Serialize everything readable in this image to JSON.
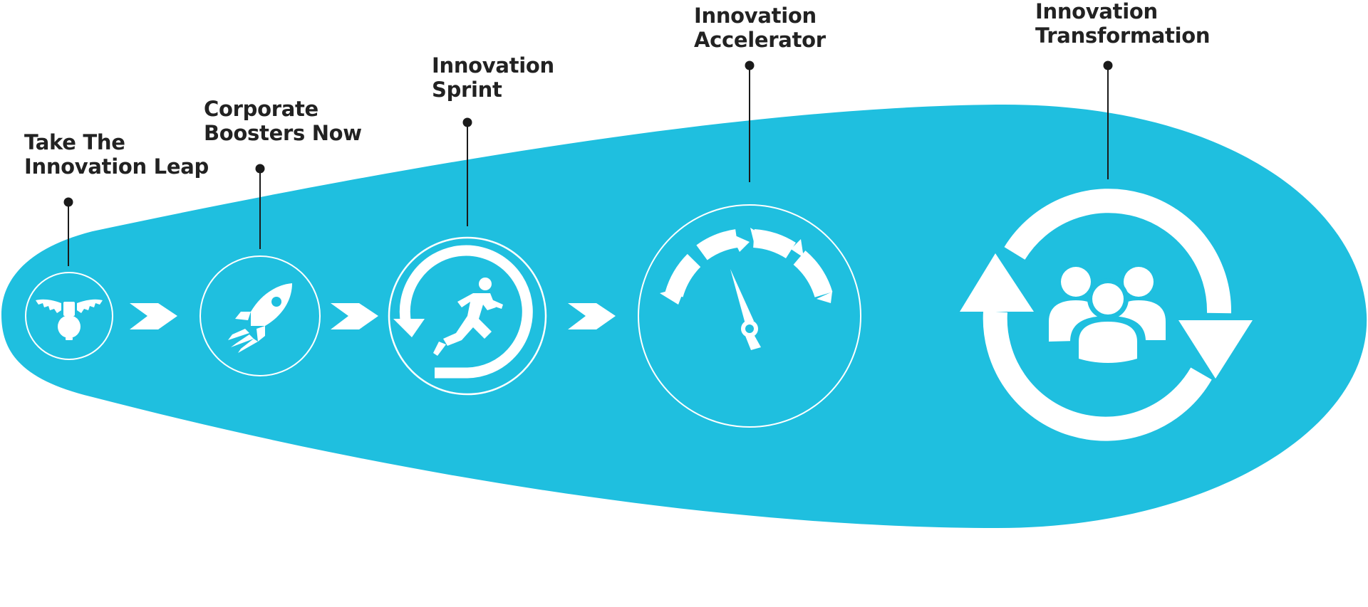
{
  "colors": {
    "accent": "#1fbfdf",
    "icon": "#ffffff",
    "text": "#222222",
    "connector": "#1a1a1a"
  },
  "stages": [
    {
      "line1": "Take The",
      "line2": "Innovation Leap",
      "icon": "winged-lightbulb-icon"
    },
    {
      "line1": "Corporate",
      "line2": "Boosters Now",
      "icon": "rocket-icon"
    },
    {
      "line1": "Innovation",
      "line2": "Sprint",
      "icon": "running-person-icon"
    },
    {
      "line1": "Innovation",
      "line2": "Accelerator",
      "icon": "speedometer-icon"
    },
    {
      "line1": "Innovation",
      "line2": "Transformation",
      "icon": "team-cycle-icon"
    }
  ]
}
